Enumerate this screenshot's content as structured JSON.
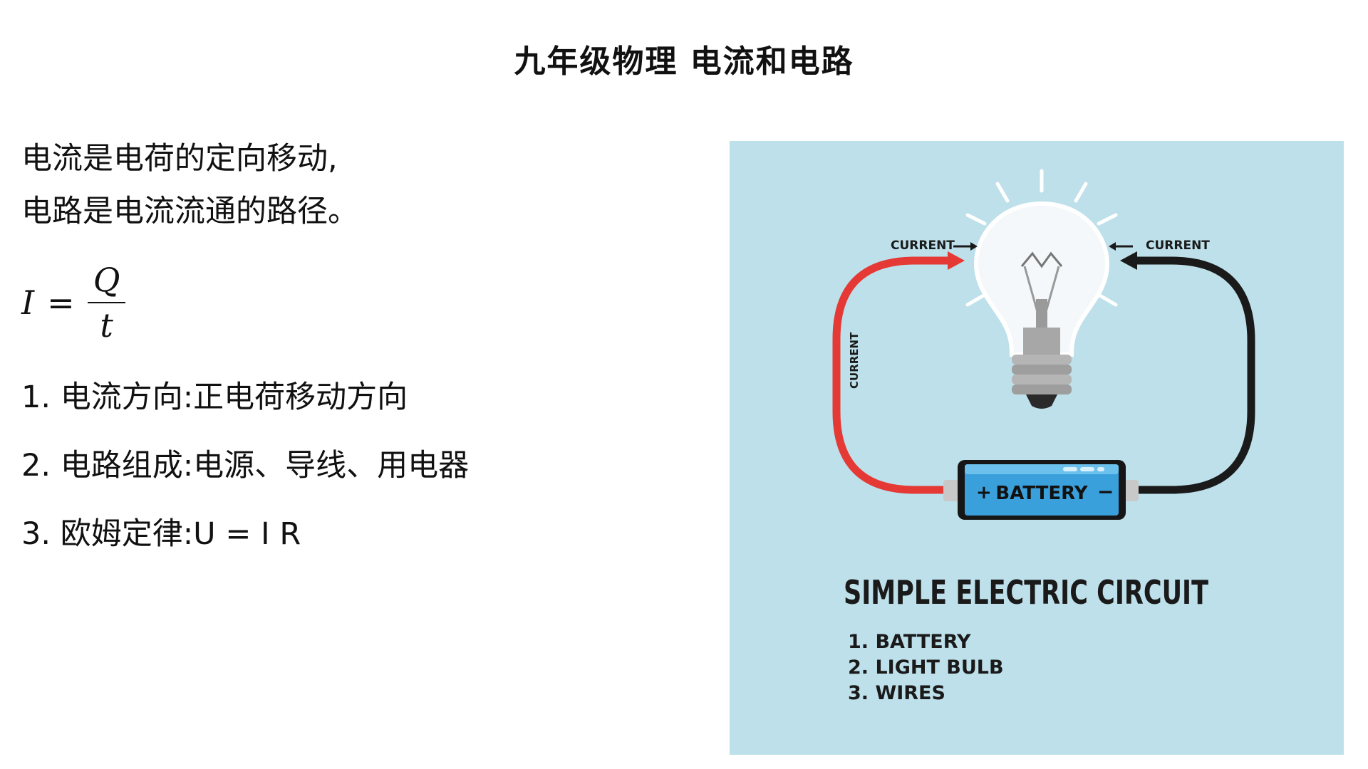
{
  "slide": {
    "title": "九年级物理 电流和电路",
    "intro_lines": [
      "电流是电荷的定向移动,",
      "电路是电流流通的路径。"
    ],
    "formula": {
      "lhs": "I",
      "equals": "=",
      "numerator": "Q",
      "denominator": "t"
    },
    "points": [
      "1. 电流方向:正电荷移动方向",
      "2. 电路组成:电源、导线、用电器",
      "3. 欧姆定律:U = I R"
    ]
  },
  "diagram": {
    "background_color": "#bde0ea",
    "wire_positive_color": "#e53935",
    "wire_negative_color": "#1a1a1a",
    "battery_color": "#3aa0db",
    "current_label_left": "CURRENT",
    "current_label_right": "CURRENT",
    "current_label_side": "CURRENT",
    "battery_label": "BATTERY",
    "battery_plus": "+",
    "battery_minus": "−",
    "heading": "SIMPLE ELECTRIC CIRCUIT",
    "list": [
      "1. BATTERY",
      "2. LIGHT BULB",
      "3. WIRES"
    ],
    "icons": [
      "light-bulb-icon",
      "battery-icon",
      "arrow-right-icon",
      "arrow-left-icon"
    ]
  }
}
